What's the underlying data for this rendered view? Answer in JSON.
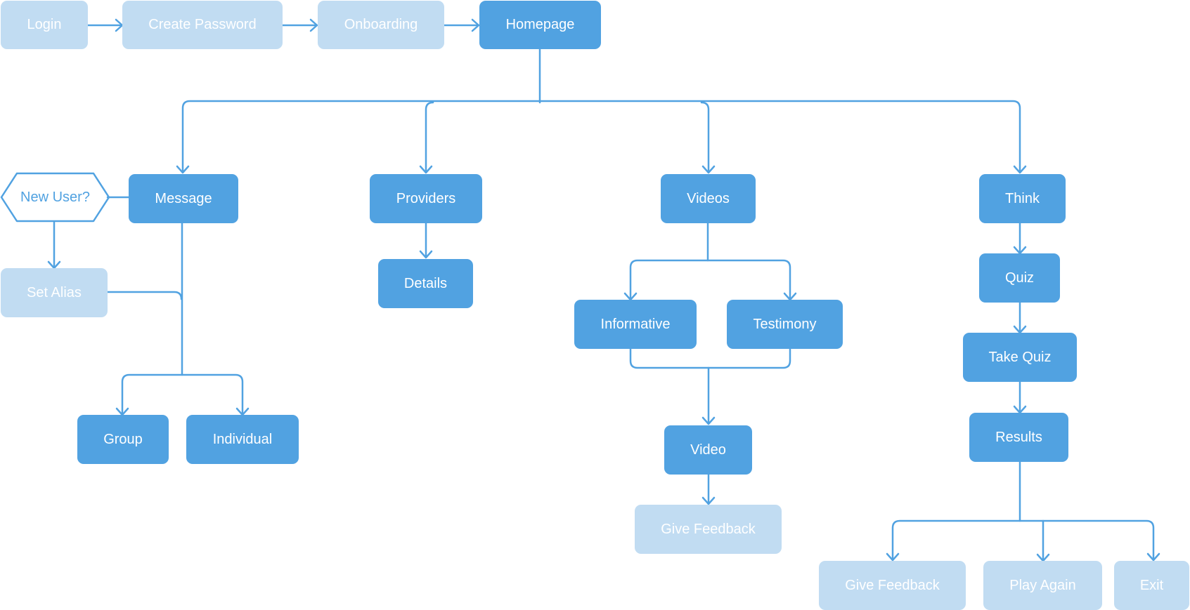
{
  "nodes": {
    "login": "Login",
    "create_password": "Create Password",
    "onboarding": "Onboarding",
    "homepage": "Homepage",
    "message": "Message",
    "providers": "Providers",
    "videos": "Videos",
    "think": "Think",
    "new_user": "New User?",
    "set_alias": "Set Alias",
    "group": "Group",
    "individual": "Individual",
    "details": "Details",
    "informative": "Informative",
    "testimony": "Testimony",
    "video": "Video",
    "give_feedback_video": "Give Feedback",
    "quiz": "Quiz",
    "take_quiz": "Take Quiz",
    "results": "Results",
    "give_feedback_results": "Give Feedback",
    "play_again": "Play Again",
    "exit": "Exit"
  },
  "colors": {
    "primary": "#51a2e1",
    "secondary": "#c1dcf2",
    "line": "#51a2e1",
    "background": "#ffffff"
  }
}
